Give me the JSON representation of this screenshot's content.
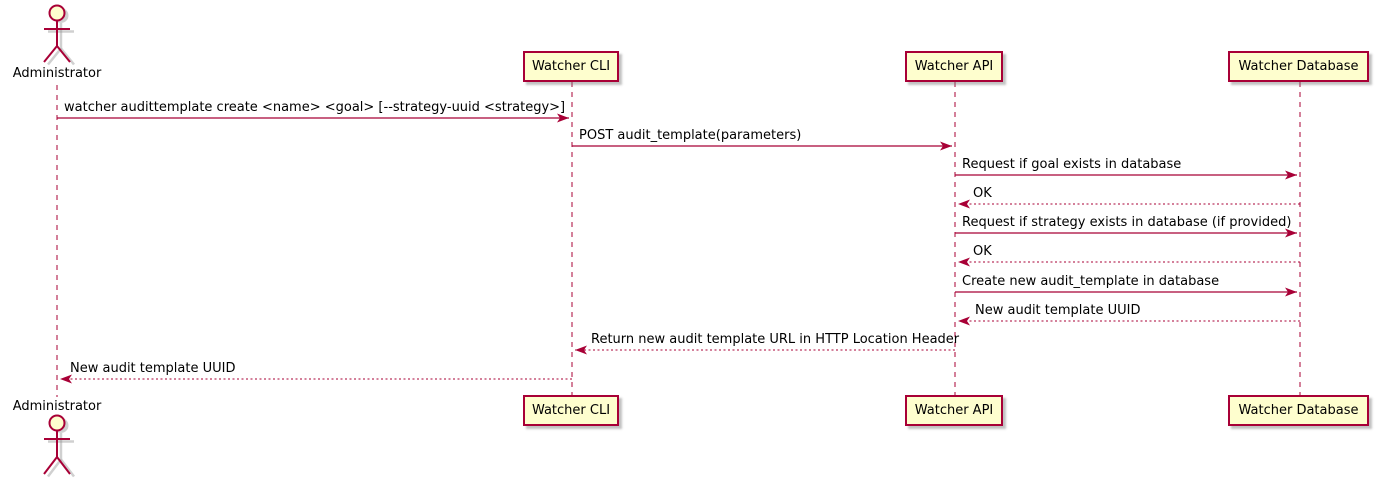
{
  "diagram": {
    "type": "uml-sequence-diagram",
    "colors": {
      "accent": "#A80036",
      "participant_fill": "#FEFECE",
      "text": "#000000",
      "background": "#FFFFFF"
    },
    "actors": [
      {
        "name": "Administrator"
      }
    ],
    "participants": [
      {
        "label": "Watcher CLI"
      },
      {
        "label": "Watcher API"
      },
      {
        "label": "Watcher Database"
      }
    ],
    "messages": [
      {
        "from": "Administrator",
        "to": "Watcher CLI",
        "style": "solid",
        "text": "watcher audittemplate create <name> <goal> [--strategy-uuid <strategy>]"
      },
      {
        "from": "Watcher CLI",
        "to": "Watcher API",
        "style": "solid",
        "text": "POST audit_template(parameters)"
      },
      {
        "from": "Watcher API",
        "to": "Watcher Database",
        "style": "solid",
        "text": "Request if goal exists in database"
      },
      {
        "from": "Watcher Database",
        "to": "Watcher API",
        "style": "dashed",
        "text": "OK"
      },
      {
        "from": "Watcher API",
        "to": "Watcher Database",
        "style": "solid",
        "text": "Request if strategy exists in database (if provided)"
      },
      {
        "from": "Watcher Database",
        "to": "Watcher API",
        "style": "dashed",
        "text": "OK"
      },
      {
        "from": "Watcher API",
        "to": "Watcher Database",
        "style": "solid",
        "text": "Create new audit_template in database"
      },
      {
        "from": "Watcher Database",
        "to": "Watcher API",
        "style": "dashed",
        "text": "New audit template UUID"
      },
      {
        "from": "Watcher API",
        "to": "Watcher CLI",
        "style": "dashed",
        "text": "Return new audit template URL in HTTP Location Header"
      },
      {
        "from": "Watcher CLI",
        "to": "Administrator",
        "style": "dashed",
        "text": "New audit template UUID"
      }
    ]
  }
}
